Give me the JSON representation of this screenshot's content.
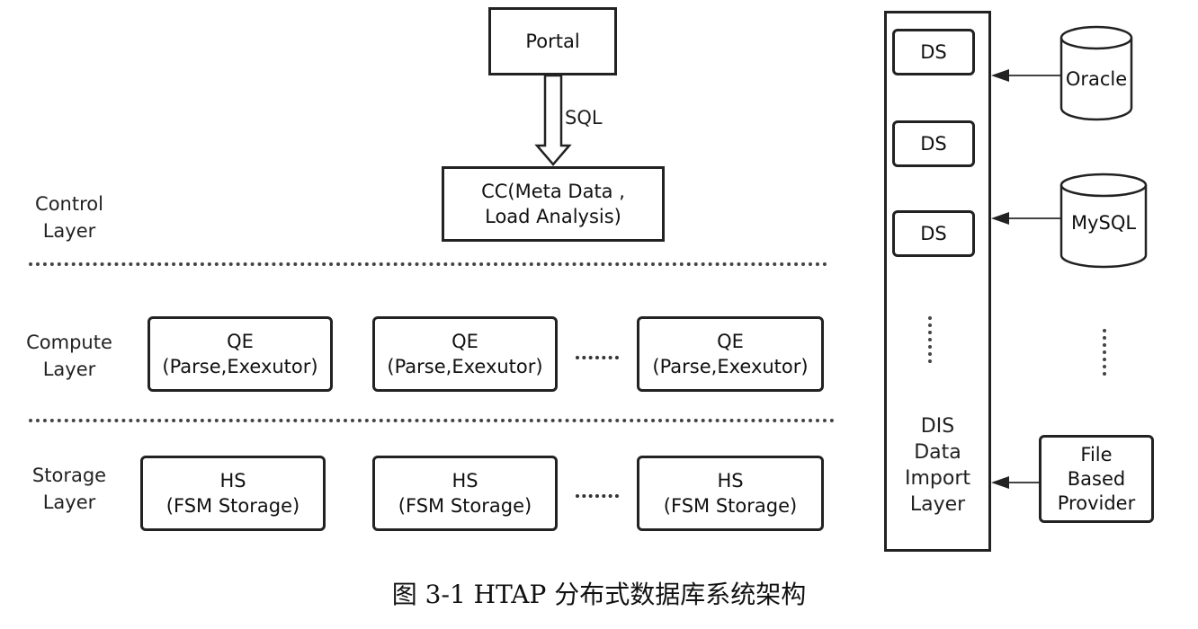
{
  "portal": {
    "label": "Portal"
  },
  "sql_label": "SQL",
  "cc": {
    "line1": "CC(Meta Data ,",
    "line2": "Load Analysis)"
  },
  "layers": {
    "control": {
      "line1": "Control",
      "line2": "Layer"
    },
    "compute": {
      "line1": "Compute",
      "line2": "Layer"
    },
    "storage": {
      "line1": "Storage",
      "line2": "Layer"
    }
  },
  "qe_nodes": [
    {
      "title": "QE",
      "subtitle": "(Parse,Exexutor)"
    },
    {
      "title": "QE",
      "subtitle": "(Parse,Exexutor)"
    },
    {
      "title": "QE",
      "subtitle": "(Parse,Exexutor)"
    }
  ],
  "hs_nodes": [
    {
      "title": "HS",
      "subtitle": "(FSM Storage)"
    },
    {
      "title": "HS",
      "subtitle": "(FSM Storage)"
    },
    {
      "title": "HS",
      "subtitle": "(FSM Storage)"
    }
  ],
  "dis": {
    "ds_boxes": [
      "DS",
      "DS",
      "DS"
    ],
    "title_lines": [
      "DIS",
      "Data",
      "Import",
      "Layer"
    ]
  },
  "sources": {
    "oracle": "Oracle",
    "mysql": "MySQL",
    "file_provider": [
      "File",
      "Based",
      "Provider"
    ]
  },
  "caption": "图 3-1 HTAP 分布式数据库系统架构"
}
